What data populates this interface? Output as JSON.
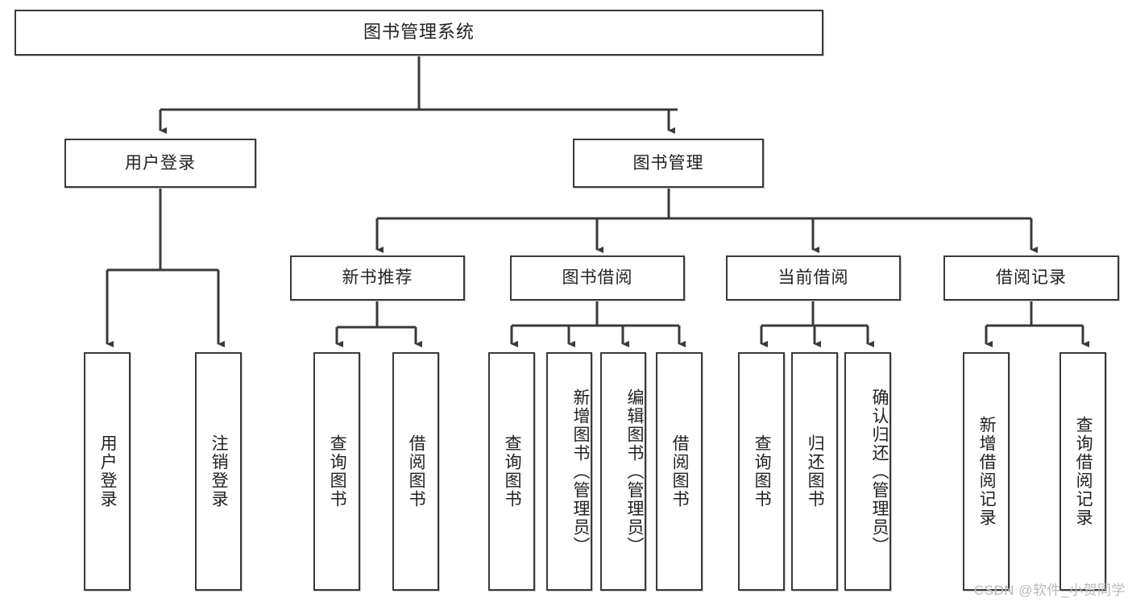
{
  "diagram": {
    "title": "图书管理系统",
    "type": "hierarchy-tree",
    "watermark": "CSDN @软件_小贺同学",
    "root": {
      "id": "root",
      "label": "图书管理系统"
    },
    "level2": [
      {
        "id": "user-login",
        "label": "用户登录"
      },
      {
        "id": "book-manage",
        "label": "图书管理"
      }
    ],
    "level3": [
      {
        "id": "new-book-rec",
        "label": "新书推荐",
        "parent": "book-manage"
      },
      {
        "id": "book-borrow",
        "label": "图书借阅",
        "parent": "book-manage"
      },
      {
        "id": "current-borrow",
        "label": "当前借阅",
        "parent": "book-manage"
      },
      {
        "id": "borrow-record",
        "label": "借阅记录",
        "parent": "book-manage"
      }
    ],
    "leaves": [
      {
        "id": "leaf-user-login",
        "label": "用户登录",
        "parent": "user-login"
      },
      {
        "id": "leaf-logout-login",
        "label": "注销登录",
        "parent": "user-login"
      },
      {
        "id": "leaf-query-book-1",
        "label": "查询图书",
        "parent": "new-book-rec"
      },
      {
        "id": "leaf-borrow-book-1",
        "label": "借阅图书",
        "parent": "new-book-rec"
      },
      {
        "id": "leaf-query-book-2",
        "label": "查询图书",
        "parent": "book-borrow"
      },
      {
        "id": "leaf-add-book",
        "label": "新增图书（管理员）",
        "parent": "book-borrow"
      },
      {
        "id": "leaf-edit-book",
        "label": "编辑图书（管理员）",
        "parent": "book-borrow"
      },
      {
        "id": "leaf-borrow-book-2",
        "label": "借阅图书",
        "parent": "book-borrow"
      },
      {
        "id": "leaf-query-book-3",
        "label": "查询图书",
        "parent": "current-borrow"
      },
      {
        "id": "leaf-return-book",
        "label": "归还图书",
        "parent": "current-borrow"
      },
      {
        "id": "leaf-confirm-return",
        "label": "确认归还（管理员）",
        "parent": "current-borrow"
      },
      {
        "id": "leaf-add-record",
        "label": "新增借阅记录",
        "parent": "borrow-record"
      },
      {
        "id": "leaf-query-record",
        "label": "查询借阅记录",
        "parent": "borrow-record"
      }
    ],
    "colors": {
      "stroke": "#3a3a3a",
      "fill": "#ffffff",
      "text": "#222222",
      "watermark": "#b9b9b9"
    }
  }
}
